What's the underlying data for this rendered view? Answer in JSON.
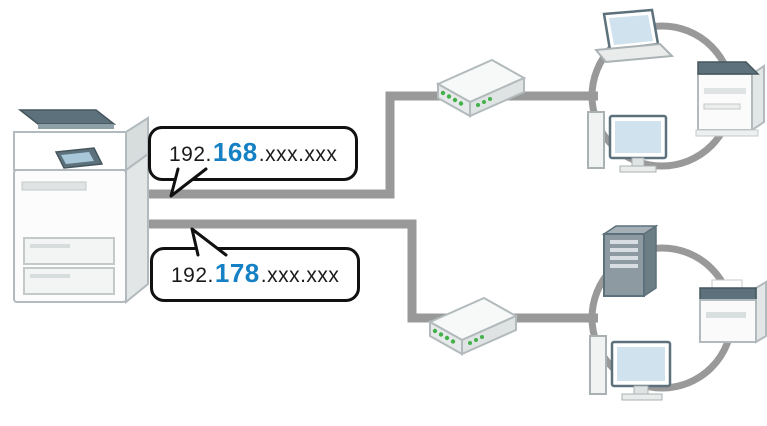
{
  "diagram": {
    "networks": [
      {
        "name": "network-1",
        "label_prefix": "192.",
        "label_highlight": "168",
        "label_suffix": ".xxx.xxx"
      },
      {
        "name": "network-2",
        "label_prefix": "192.",
        "label_highlight": "178",
        "label_suffix": ".xxx.xxx"
      }
    ],
    "colors": {
      "highlight": "#1580c4",
      "connection": "#999999",
      "device-dark": "#5c717b",
      "led-green": "#43b049"
    },
    "devices": {
      "source": "multifunction-printer",
      "network1_cluster": [
        "network-switch",
        "laptop",
        "copier",
        "desktop-computer"
      ],
      "network2_cluster": [
        "network-switch",
        "server",
        "printer",
        "desktop-computer"
      ]
    }
  }
}
